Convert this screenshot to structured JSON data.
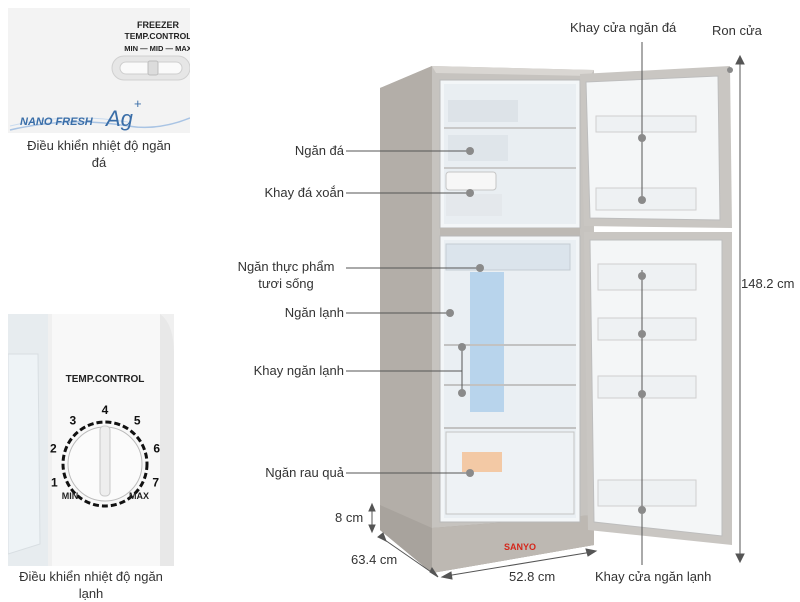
{
  "inset_freezer": {
    "panel_title_1": "FREEZER",
    "panel_title_2": "TEMP.CONTROL",
    "scale": "MIN — MID — MAX",
    "brand_text": "NANO FRESH",
    "brand_sub": "Ag",
    "brand_sup": "+",
    "caption": "Điều khiển nhiệt độ ngăn đá"
  },
  "inset_fridge": {
    "panel_title": "TEMP.CONTROL",
    "dial_numbers": [
      "1",
      "2",
      "3",
      "4",
      "5",
      "6",
      "7"
    ],
    "dial_min": "MIN",
    "dial_max": "MAX",
    "caption": "Điều khiển nhiệt độ ngăn lạnh"
  },
  "labels": {
    "ngan_da": "Ngăn đá",
    "khay_da_xoan": "Khay đá xoắn",
    "ngan_thuc_pham": "Ngăn thực phẩm tươi sống",
    "ngan_lanh": "Ngăn lạnh",
    "khay_ngan_lanh": "Khay ngăn lạnh",
    "ngan_rau_qua": "Ngăn rau quả",
    "khay_cua_ngan_da": "Khay cửa ngăn đá",
    "ron_cua": "Ron cửa",
    "khay_cua_ngan_lanh": "Khay cửa ngăn lạnh"
  },
  "dimensions": {
    "height": "148.2 cm",
    "base": "8 cm",
    "depth": "63.4 cm",
    "width": "52.8 cm"
  },
  "brand": "SANYO",
  "colors": {
    "callout_line": "#555555",
    "callout_dot": "#8a8a8a",
    "cabinet": "#c9c6c2",
    "cabinet_dark": "#a9a49e",
    "interior": "#f4f7f9",
    "brand_red": "#d4271c",
    "nanofresh_blue": "#3a6ea8"
  }
}
